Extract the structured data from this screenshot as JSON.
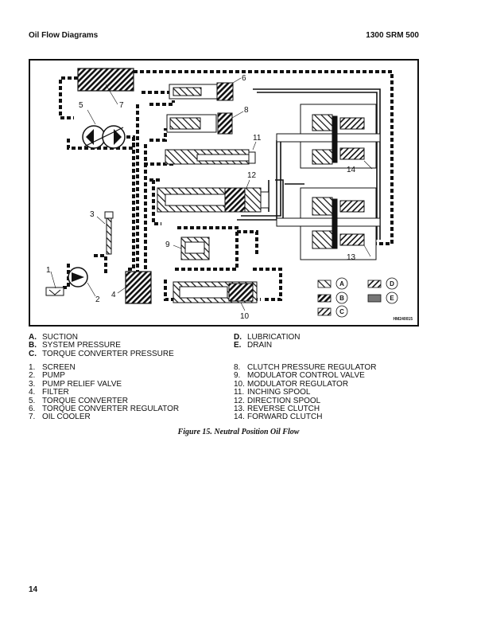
{
  "header": {
    "section_title": "Oil Flow Diagrams",
    "manual_code": "1300 SRM 500"
  },
  "figure": {
    "code": "HM240015",
    "callouts": [
      "1",
      "2",
      "3",
      "4",
      "5",
      "6",
      "7",
      "8",
      "9",
      "10",
      "11",
      "12",
      "13",
      "14"
    ],
    "legend_symbols": [
      "A",
      "B",
      "C",
      "D",
      "E"
    ]
  },
  "pressure_legend": {
    "left": [
      {
        "key": "A.",
        "label": "SUCTION"
      },
      {
        "key": "B.",
        "label": "SYSTEM PRESSURE"
      },
      {
        "key": "C.",
        "label": "TORQUE CONVERTER PRESSURE"
      }
    ],
    "right": [
      {
        "key": "D.",
        "label": "LUBRICATION"
      },
      {
        "key": "E.",
        "label": "DRAIN"
      }
    ]
  },
  "parts": {
    "left": [
      {
        "key": "1.",
        "label": "SCREEN"
      },
      {
        "key": "2.",
        "label": "PUMP"
      },
      {
        "key": "3.",
        "label": "PUMP RELIEF VALVE"
      },
      {
        "key": "4.",
        "label": "FILTER"
      },
      {
        "key": "5.",
        "label": "TORQUE CONVERTER"
      },
      {
        "key": "6.",
        "label": "TORQUE CONVERTER REGULATOR"
      },
      {
        "key": "7.",
        "label": "OIL COOLER"
      }
    ],
    "right": [
      {
        "key": "8.",
        "label": "CLUTCH PRESSURE REGULATOR"
      },
      {
        "key": "9.",
        "label": "MODULATOR CONTROL VALVE"
      },
      {
        "key": "10.",
        "label": "MODULATOR REGULATOR"
      },
      {
        "key": "11.",
        "label": "INCHING SPOOL"
      },
      {
        "key": "12.",
        "label": "DIRECTION SPOOL"
      },
      {
        "key": "13.",
        "label": "REVERSE CLUTCH"
      },
      {
        "key": "14.",
        "label": "FORWARD CLUTCH"
      }
    ]
  },
  "caption": "Figure 15.  Neutral Position Oil Flow",
  "page_number": "14"
}
